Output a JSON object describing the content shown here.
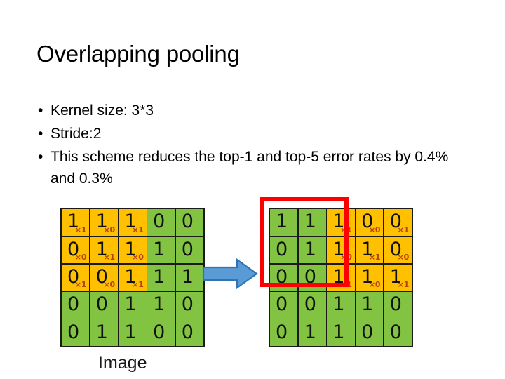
{
  "slide": {
    "title": "Overlapping pooling",
    "bullet_marker": "•",
    "bullets": [
      "Kernel size: 3*3",
      "Stride:2",
      "This scheme reduces the top-1 and top-5 error rates by 0.4% and 0.3%"
    ],
    "caption": "Image"
  },
  "colors": {
    "highlight": "#FFC000",
    "cell": "#82C341",
    "selection_box": "#FF0000",
    "arrow": "#5B9BD5",
    "arrow_border": "#2E75B6",
    "grid_line": "#1a1a1a",
    "subscript": "#B8410E"
  },
  "matrix_values": [
    [
      1,
      1,
      1,
      0,
      0
    ],
    [
      0,
      1,
      1,
      1,
      0
    ],
    [
      0,
      0,
      1,
      1,
      1
    ],
    [
      0,
      0,
      1,
      1,
      0
    ],
    [
      0,
      1,
      1,
      0,
      0
    ]
  ],
  "kernel_weights": [
    [
      "×1",
      "×0",
      "×1"
    ],
    [
      "×0",
      "×1",
      "×0"
    ],
    [
      "×1",
      "×0",
      "×1"
    ]
  ],
  "left_matrix": {
    "name": "image-matrix-position-1",
    "highlight_rows": [
      0,
      1,
      2
    ],
    "highlight_cols": [
      0,
      1,
      2
    ]
  },
  "right_matrix": {
    "name": "image-matrix-position-2",
    "highlight_rows": [
      0,
      1,
      2
    ],
    "highlight_cols": [
      2,
      3,
      4
    ],
    "selection_rows": [
      0,
      1,
      2
    ],
    "selection_cols": [
      0,
      1,
      2
    ]
  },
  "arrow": {
    "name": "flow-arrow",
    "direction": "right"
  }
}
